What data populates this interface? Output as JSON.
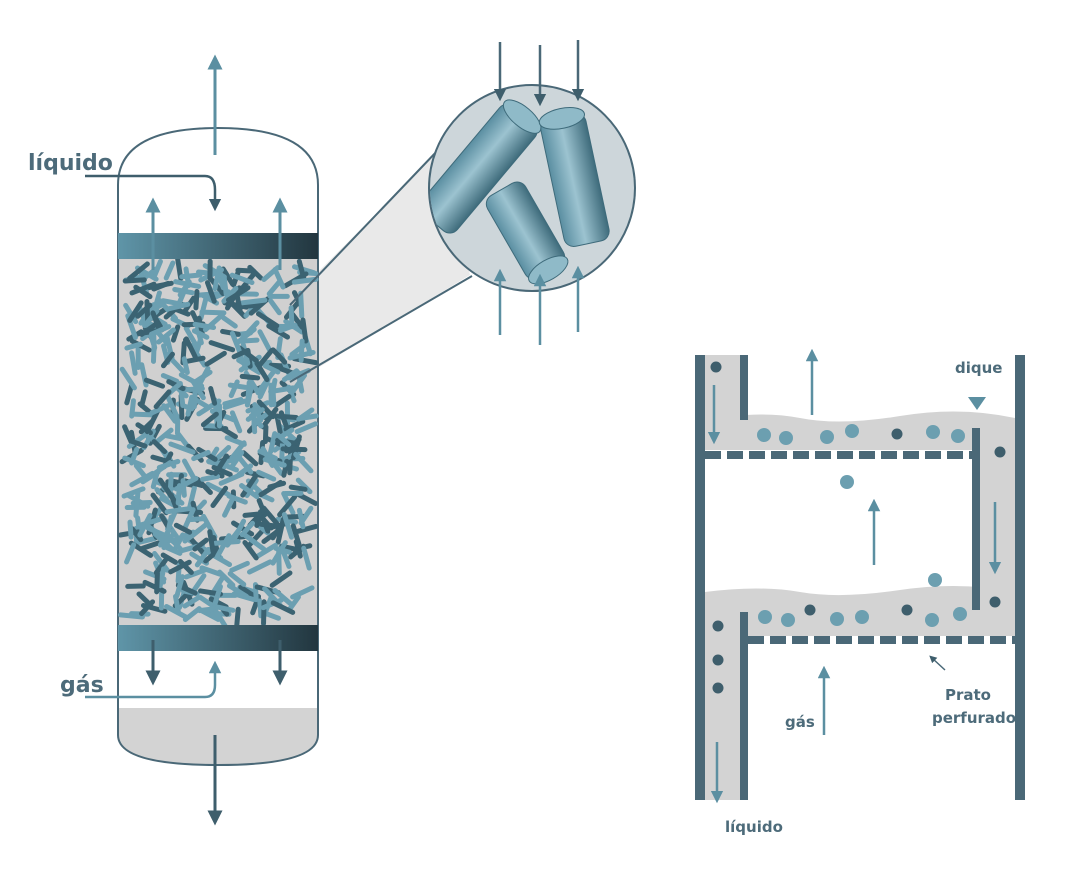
{
  "packed_column": {
    "liquid_label": "líquido",
    "gas_label": "gás"
  },
  "tray_column": {
    "weir_label": "dique",
    "gas_label": "gás",
    "plate_label_line1": "Prato",
    "plate_label_line2": "perfurado",
    "liquid_label": "líquido"
  },
  "colors": {
    "dark": "#4a6877",
    "accent": "#6c9fb0",
    "liquid": "#d3d3d3"
  }
}
